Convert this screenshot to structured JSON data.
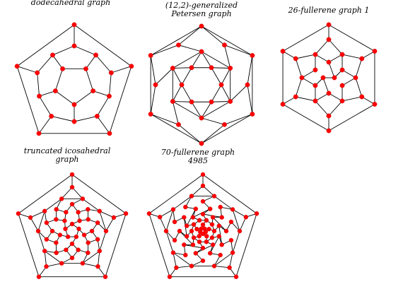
{
  "graphs": [
    {
      "caption": [
        "dodecahedral graph"
      ]
    },
    {
      "caption": [
        "(12,2)-generalized",
        "Petersen graph"
      ]
    },
    {
      "caption": [
        "26-fullerene graph 1"
      ]
    },
    {
      "caption": [
        "truncated icosahedral",
        "graph"
      ]
    },
    {
      "caption": [
        "70-fullerene graph",
        "4985"
      ]
    }
  ],
  "colors": {
    "vertex": "#ff0000",
    "edge": "#000000",
    "background": "#ffffff"
  }
}
